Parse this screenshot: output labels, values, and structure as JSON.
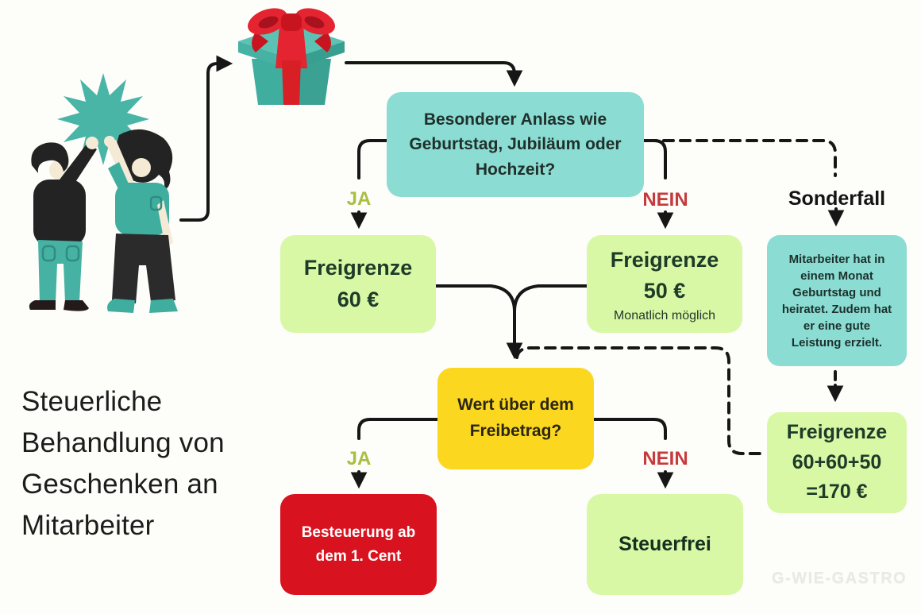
{
  "title": {
    "lines": [
      "Steuerliche",
      "Behandlung von",
      "Geschenken an",
      "Mitarbeiter"
    ]
  },
  "flow": {
    "question1": {
      "lines": [
        "Besonderer Anlass wie",
        "Geburtstag, Jubiläum oder",
        "Hochzeit?"
      ]
    },
    "labels": {
      "ja1": "JA",
      "nein1": "NEIN",
      "sonderfall": "Sonderfall",
      "ja2": "JA",
      "nein2": "NEIN"
    },
    "freigrenze60": {
      "line1": "Freigrenze",
      "line2": "60 €"
    },
    "freigrenze50": {
      "line1": "Freigrenze",
      "line2": "50 €",
      "note": "Monatlich möglich"
    },
    "sonderfall_case": {
      "text": "Mitarbeiter hat in einem Monat Geburtstag und heiratet. Zudem hat er eine gute Leistung erzielt."
    },
    "question2": {
      "lines": [
        "Wert über dem",
        "Freibetrag?"
      ]
    },
    "besteuerung": {
      "lines": [
        "Besteuerung ab",
        "dem 1. Cent"
      ]
    },
    "steuerfrei": {
      "label": "Steuerfrei"
    },
    "freigrenze170": {
      "lines": [
        "Freigrenze",
        "60+60+50",
        "=170 €"
      ]
    }
  },
  "watermark": {
    "text": "G-WIE-GASTRO"
  },
  "icons": {
    "gift": "gift-icon",
    "people": "high-five-illustration"
  },
  "colors": {
    "teal_box": "#8bdcd2",
    "green_box": "#d8f8a6",
    "yellow_box": "#fbd71f",
    "red_box": "#d8131f",
    "ja_label": "#a9bf41",
    "nein_label": "#c63a3c",
    "sonderfall_label": "#141414",
    "connector": "#161616",
    "background": "#fdfdfa"
  }
}
